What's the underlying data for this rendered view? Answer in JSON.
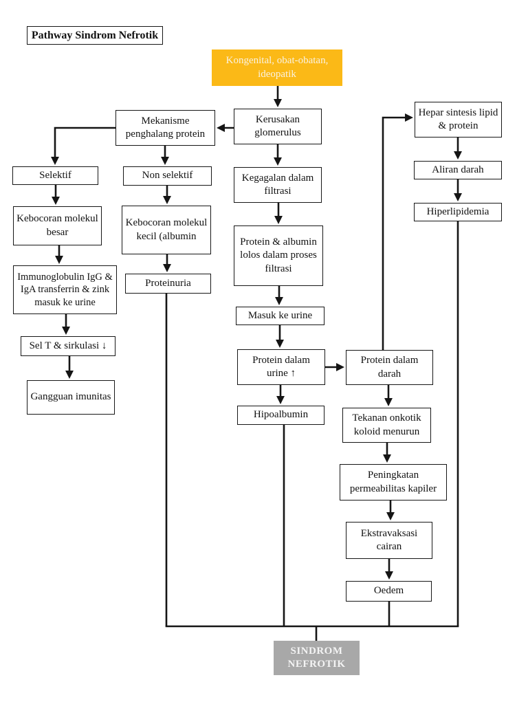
{
  "title": {
    "label": "Pathway Sindrom Nefrotik"
  },
  "colors": {
    "cause_box_fill": "#FBB917",
    "terminal_box_fill": "#A8A8A8",
    "line": "#151515",
    "box_border": "#151515",
    "box_text": "#111111",
    "light_text": "#FAF2E2"
  },
  "nodes": {
    "kongenital": {
      "label": "Kongenital, obat-obatan, ideopatik"
    },
    "mekanisme": {
      "label": "Mekanisme penghalang protein"
    },
    "kerusakan": {
      "label": "Kerusakan glomerulus"
    },
    "hepar": {
      "label": "Hepar sintesis lipid & protein"
    },
    "selektif": {
      "label": "Selektif"
    },
    "non_selektif": {
      "label": "Non selektif"
    },
    "kegagalan": {
      "label": "Kegagalan dalam filtrasi"
    },
    "aliran": {
      "label": "Aliran darah"
    },
    "kebocoran_besar": {
      "label": "Kebocoran molekul besar"
    },
    "kebocoran_kecil": {
      "label": "Kebocoran molekul kecil (albumin"
    },
    "hiperlipidemia": {
      "label": "Hiperlipidemia"
    },
    "protein_lolos": {
      "label": "Protein & albumin lolos dalam proses filtrasi"
    },
    "immunoglobulin": {
      "label": "Immunoglobulin IgG & IgA transferrin & zink masuk ke urine"
    },
    "proteinuria": {
      "label": "Proteinuria"
    },
    "masuk_urine": {
      "label": "Masuk ke urine"
    },
    "sel_t": {
      "label": "Sel T & sirkulasi ↓"
    },
    "protein_urine": {
      "label": "Protein dalam urine ↑"
    },
    "protein_darah": {
      "label": "Protein dalam darah"
    },
    "gangguan": {
      "label": "Gangguan imunitas"
    },
    "hipoalbumin": {
      "label": "Hipoalbumin"
    },
    "tekanan": {
      "label": "Tekanan onkotik koloid menurun"
    },
    "peningkatan": {
      "label": "Peningkatan permeabilitas kapiler"
    },
    "ekstravaksasi": {
      "label": "Ekstravaksasi cairan"
    },
    "oedem": {
      "label": "Oedem"
    },
    "sindrom": {
      "label": "SINDROM NEFROTIK"
    }
  },
  "edges": [
    "kongenital -> kerusakan",
    "kerusakan -> mekanisme",
    "mekanisme -> selektif",
    "mekanisme -> non_selektif",
    "selektif -> kebocoran_besar",
    "kebocoran_besar -> immunoglobulin",
    "immunoglobulin -> sel_t",
    "sel_t -> gangguan",
    "non_selektif -> kebocoran_kecil",
    "kebocoran_kecil -> proteinuria",
    "kerusakan -> kegagalan",
    "kegagalan -> protein_lolos",
    "protein_lolos -> masuk_urine",
    "masuk_urine -> protein_urine",
    "protein_urine -> hipoalbumin",
    "protein_urine -> protein_darah",
    "protein_darah -> hepar",
    "hepar -> aliran",
    "aliran -> hiperlipidemia",
    "protein_darah -> tekanan",
    "tekanan -> peningkatan",
    "peningkatan -> ekstravaksasi",
    "ekstravaksasi -> oedem",
    "proteinuria -> sindrom",
    "hipoalbumin -> sindrom",
    "oedem -> sindrom",
    "hiperlipidemia -> sindrom"
  ]
}
